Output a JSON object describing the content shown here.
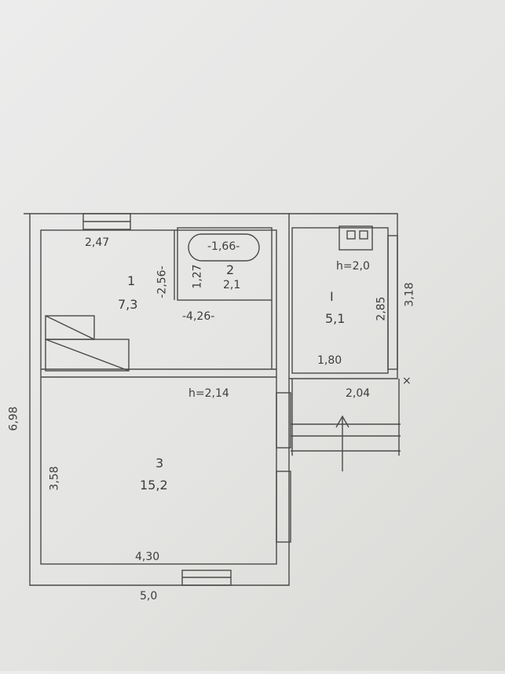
{
  "plan": {
    "rooms": [
      {
        "number": "1",
        "area": "7,3"
      },
      {
        "number": "2",
        "area": "2,1"
      },
      {
        "number": "3",
        "area": "15,2"
      },
      {
        "number": "I",
        "area": "5,1"
      }
    ],
    "dimensions": {
      "room1_width": "2,47",
      "room1_length": "-2,56-",
      "bath_length": "-1,66-",
      "bath_width": "1,27",
      "corridor_length": "-4,26-",
      "room3_length": "3,58",
      "room3_width": "4,30",
      "house_width": "5,0",
      "house_length": "6,98",
      "roomI_length": "2,85",
      "roomI_outer": "3,18",
      "roomI_door": "1,80",
      "roomI_width": "2,04"
    },
    "heights": {
      "main": "h=2,14",
      "annex": "h=2,0"
    },
    "marks": {
      "corner": "×"
    }
  }
}
